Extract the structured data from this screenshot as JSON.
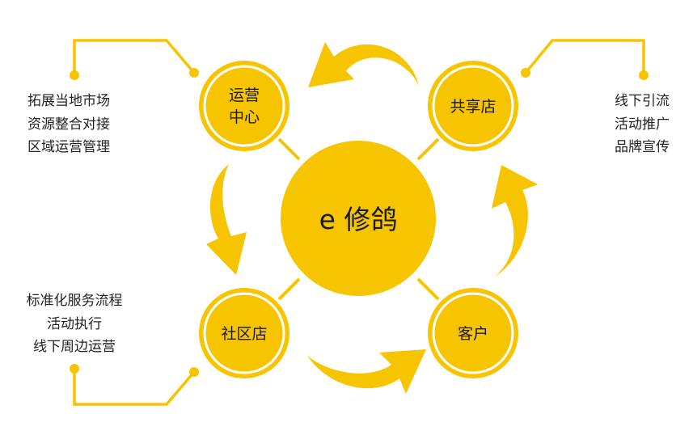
{
  "colors": {
    "primary": "#f7c400",
    "ring": "#ffffff",
    "text": "#1a1a1a",
    "note_text": "#222222"
  },
  "center": {
    "label": "e 修鸽"
  },
  "nodes": {
    "ops": {
      "lines": [
        "运营",
        "中心"
      ]
    },
    "shop": {
      "label": "共享店"
    },
    "community": {
      "label": "社区店"
    },
    "customer": {
      "label": "客户"
    }
  },
  "notes": {
    "ops": [
      "拓展当地市场",
      "资源整合对接",
      "区域运营管理"
    ],
    "shop": [
      "线下引流",
      "活动推广",
      "品牌宣传"
    ],
    "community": [
      "标准化服务流程",
      "活动执行",
      "线下周边运营"
    ]
  }
}
